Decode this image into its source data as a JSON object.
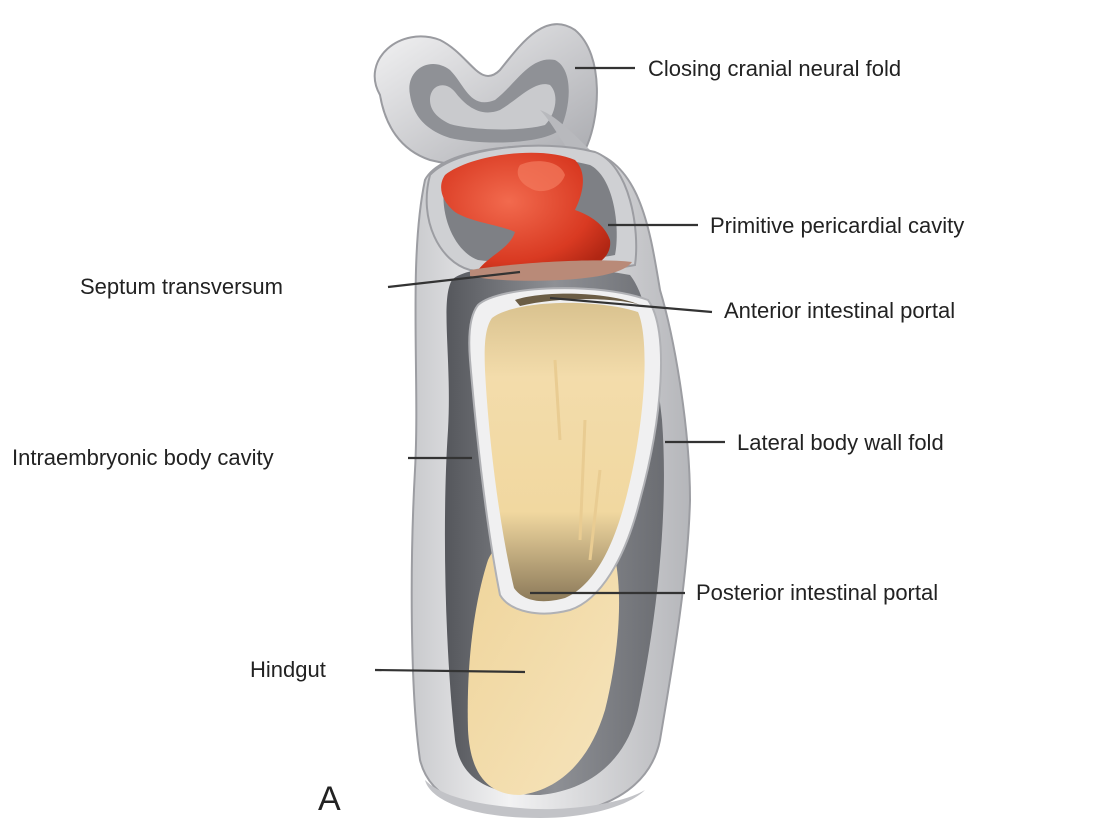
{
  "figure": {
    "panel_letter": "A",
    "labels": {
      "closing_cranial_neural_fold": "Closing cranial neural fold",
      "primitive_pericardial_cavity": "Primitive pericardial cavity",
      "septum_transversum": "Septum transversum",
      "anterior_intestinal_portal": "Anterior intestinal portal",
      "intraembryonic_body_cavity": "Intraembryonic body cavity",
      "lateral_body_wall_fold": "Lateral body wall fold",
      "posterior_intestinal_portal": "Posterior intestinal portal",
      "hindgut": "Hindgut"
    }
  },
  "colors": {
    "ectoderm_light": "#e6e6e8",
    "mesoderm_gray": "#8a8c90",
    "mesoderm_dark": "#5f6166",
    "endoderm_yolk": "#f1d9a4",
    "endoderm_shadow": "#8c7a5a",
    "heart_red": "#e0452e",
    "septum_brown": "#b98a78",
    "label_text": "#222222"
  }
}
